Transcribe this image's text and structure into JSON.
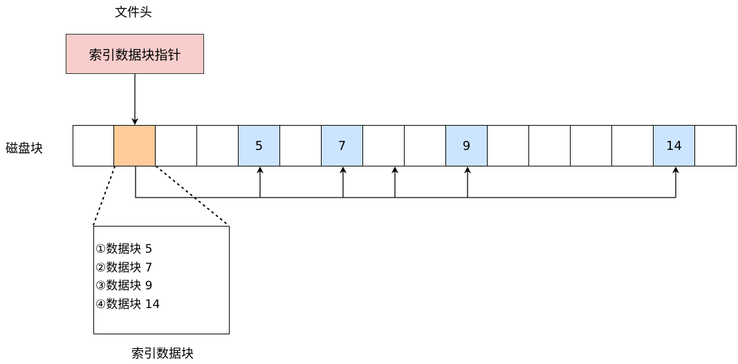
{
  "file_header": {
    "label": "文件头",
    "pointer_box": "索引数据块指针"
  },
  "disk": {
    "label": "磁盘块",
    "blocks": [
      {
        "text": "",
        "fill": "#ffffff"
      },
      {
        "text": "",
        "fill": "#ffcc99"
      },
      {
        "text": "",
        "fill": "#ffffff"
      },
      {
        "text": "",
        "fill": "#ffffff"
      },
      {
        "text": "5",
        "fill": "#cce5ff"
      },
      {
        "text": "",
        "fill": "#ffffff"
      },
      {
        "text": "7",
        "fill": "#cce5ff"
      },
      {
        "text": "",
        "fill": "#ffffff"
      },
      {
        "text": "",
        "fill": "#ffffff"
      },
      {
        "text": "9",
        "fill": "#cce5ff"
      },
      {
        "text": "",
        "fill": "#ffffff"
      },
      {
        "text": "",
        "fill": "#ffffff"
      },
      {
        "text": "",
        "fill": "#ffffff"
      },
      {
        "text": "",
        "fill": "#ffffff"
      },
      {
        "text": "14",
        "fill": "#cce5ff"
      },
      {
        "text": "",
        "fill": "#ffffff"
      }
    ]
  },
  "index_block": {
    "entries": [
      "①数据块 5",
      "②数据块 7",
      "③数据块 9",
      "④数据块 14"
    ],
    "label": "索引数据块"
  }
}
